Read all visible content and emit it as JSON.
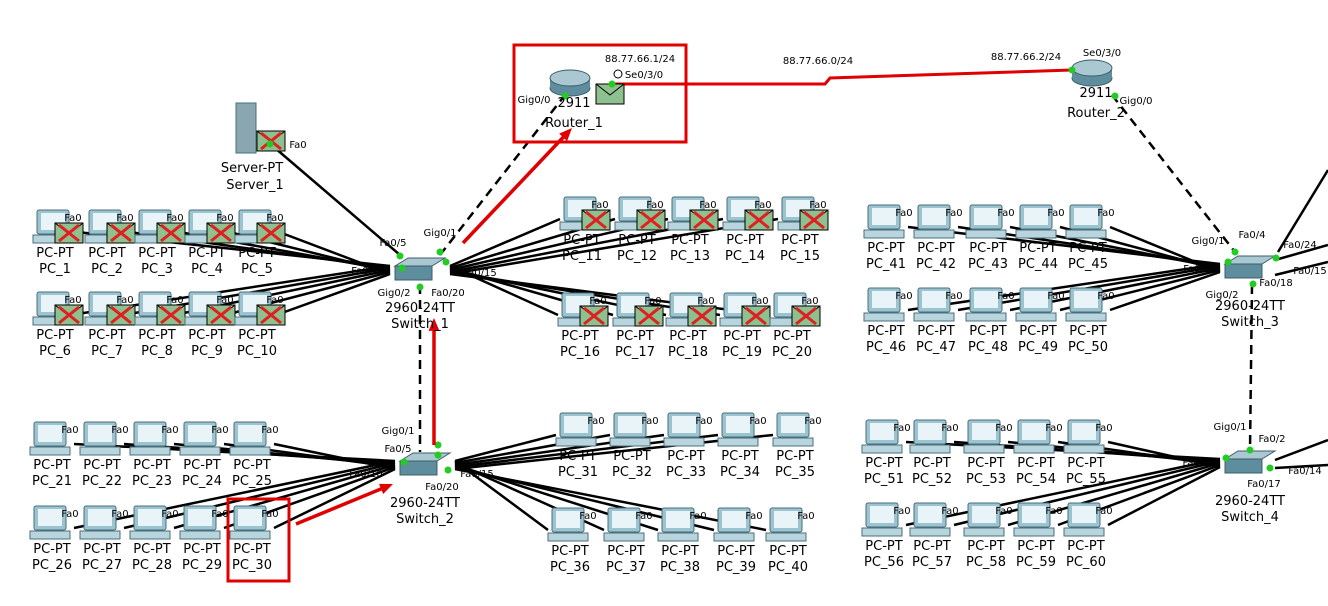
{
  "colors": {
    "link": "#000000",
    "serial": "#e00000",
    "port_up": "#22cc22",
    "highlight": "#e00000",
    "pc_body": "#9cc3d0",
    "switch_body": "#5e8d9e",
    "envelope": "#8fc08f"
  },
  "wan": {
    "network": "88.77.66.0/24",
    "r1_ip": "88.77.66.1/24",
    "r2_ip": "88.77.66.2/24",
    "r1_port": "Se0/3/0",
    "r2_port": "Se0/3/0"
  },
  "routers": [
    {
      "model": "2911",
      "name": "Router_1",
      "lan_port": "Gig0/0"
    },
    {
      "model": "2911",
      "name": "Router_2",
      "lan_port": "Gig0/0"
    }
  ],
  "server": {
    "type": "Server-PT",
    "name": "Server_1",
    "port": "Fa0"
  },
  "switches": [
    {
      "model": "2960-24TT",
      "name": "Switch_1",
      "ports": [
        "Gig0/1",
        "Fa0/5",
        "Fa0/10",
        "Fa0/15",
        "Fa0/20",
        "Gig0/2"
      ]
    },
    {
      "model": "2960-24TT",
      "name": "Switch_2",
      "ports": [
        "Gig0/1",
        "Fa0/5",
        "Fa0/10",
        "Fa0/15",
        "Fa0/20"
      ]
    },
    {
      "model": "2960-24TT",
      "name": "Switch_3",
      "ports": [
        "Gig0/1",
        "Fa0/4",
        "Fa0/24",
        "Fa0/10",
        "Fa0/15",
        "Fa0/18",
        "Gig0/2"
      ]
    },
    {
      "model": "2960-24TT",
      "name": "Switch_4",
      "ports": [
        "Gig0/1",
        "Fa0/2",
        "Fa0/8",
        "Fa0/14",
        "Fa0/17"
      ]
    }
  ],
  "pc_type": "PC-PT",
  "pc_port": "Fa0",
  "pcs": [
    "PC_1",
    "PC_2",
    "PC_3",
    "PC_4",
    "PC_5",
    "PC_6",
    "PC_7",
    "PC_8",
    "PC_9",
    "PC_10",
    "PC_11",
    "PC_12",
    "PC_13",
    "PC_14",
    "PC_15",
    "PC_16",
    "PC_17",
    "PC_18",
    "PC_19",
    "PC_20",
    "PC_21",
    "PC_22",
    "PC_23",
    "PC_24",
    "PC_25",
    "PC_26",
    "PC_27",
    "PC_28",
    "PC_29",
    "PC_30",
    "PC_31",
    "PC_32",
    "PC_33",
    "PC_34",
    "PC_35",
    "PC_36",
    "PC_37",
    "PC_38",
    "PC_39",
    "PC_40",
    "PC_41",
    "PC_42",
    "PC_43",
    "PC_44",
    "PC_45",
    "PC_46",
    "PC_47",
    "PC_48",
    "PC_49",
    "PC_50",
    "PC_51",
    "PC_52",
    "PC_53",
    "PC_54",
    "PC_55",
    "PC_56",
    "PC_57",
    "PC_58",
    "PC_59",
    "PC_60"
  ],
  "failed_pdu_pcs": 20
}
